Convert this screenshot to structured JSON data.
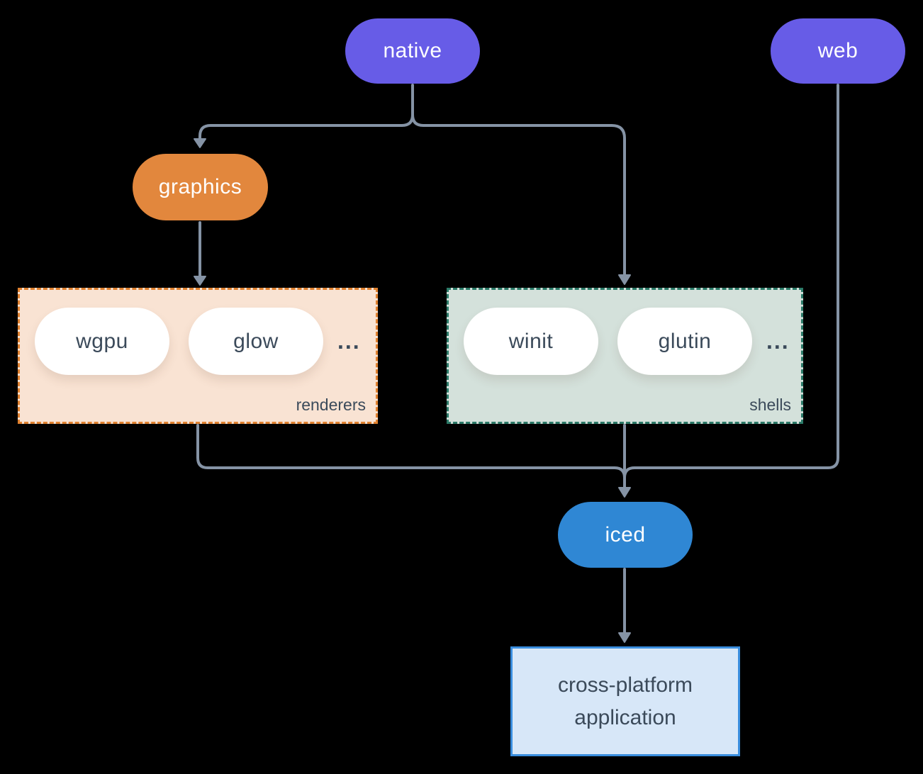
{
  "colors": {
    "background": "#000000",
    "edge": "#8593a5",
    "platform_pill": "#675ce7",
    "platform_text": "#ffffff",
    "graphics_pill": "#e2873d",
    "iced_pill": "#2f87d4",
    "inner_pill_bg": "#ffffff",
    "inner_pill_text": "#3b4a5a",
    "renderers_bg": "#f9e3d3",
    "renderers_border": "#e0812f",
    "shells_bg": "#d4e1db",
    "shells_border": "#2b7a68",
    "app_bg": "#d7e7f8",
    "app_border": "#3a8ede",
    "app_text": "#3b4a5a",
    "group_label_text": "#3b4a5a"
  },
  "nodes": {
    "native": {
      "label": "native"
    },
    "web": {
      "label": "web"
    },
    "graphics": {
      "label": "graphics"
    },
    "iced": {
      "label": "iced"
    },
    "application": {
      "line1": "cross-platform",
      "line2": "application"
    }
  },
  "groups": {
    "renderers": {
      "label": "renderers",
      "pills": [
        "wgpu",
        "glow"
      ],
      "ellipsis": "..."
    },
    "shells": {
      "label": "shells",
      "pills": [
        "winit",
        "glutin"
      ],
      "ellipsis": "..."
    }
  },
  "edges": [
    {
      "from": "native",
      "to": "graphics"
    },
    {
      "from": "native",
      "to": "shells"
    },
    {
      "from": "graphics",
      "to": "renderers"
    },
    {
      "from": "renderers",
      "to": "iced"
    },
    {
      "from": "shells",
      "to": "iced"
    },
    {
      "from": "web",
      "to": "iced"
    },
    {
      "from": "iced",
      "to": "application"
    }
  ]
}
